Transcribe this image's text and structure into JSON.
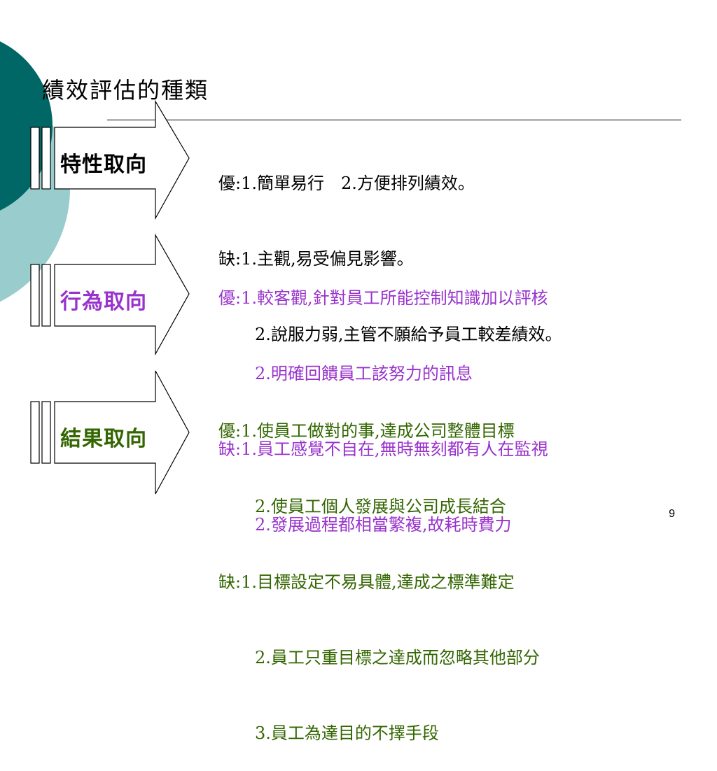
{
  "slide": {
    "title": "績效評估的種類",
    "page_number": "9",
    "colors": {
      "teal_dark": "#006666",
      "teal_light": "#99cccc",
      "purple": "#9933cc",
      "green": "#336600"
    }
  },
  "sections": [
    {
      "label": "特性取向",
      "lines": [
        "優:1.簡單易行　2.方便排列績效。",
        "缺:1.主觀,易受偏見影響。",
        "2.說服力弱,主管不願給予員工較差績效。"
      ]
    },
    {
      "label": "行為取向",
      "lines": [
        "優:1.較客觀,針對員工所能控制知識加以評核",
        "2.明確回饋員工該努力的訊息",
        "缺:1.員工感覺不自在,無時無刻都有人在監視",
        "2.發展過程都相當繁複,故耗時費力"
      ]
    },
    {
      "label": "結果取向",
      "lines": [
        "優:1.使員工做對的事,達成公司整體目標",
        "2.使員工個人發展與公司成長結合",
        "缺:1.目標設定不易具體,達成之標準難定",
        "2.員工只重目標之達成而忽略其他部分",
        "3.員工為達目的不擇手段"
      ]
    }
  ]
}
